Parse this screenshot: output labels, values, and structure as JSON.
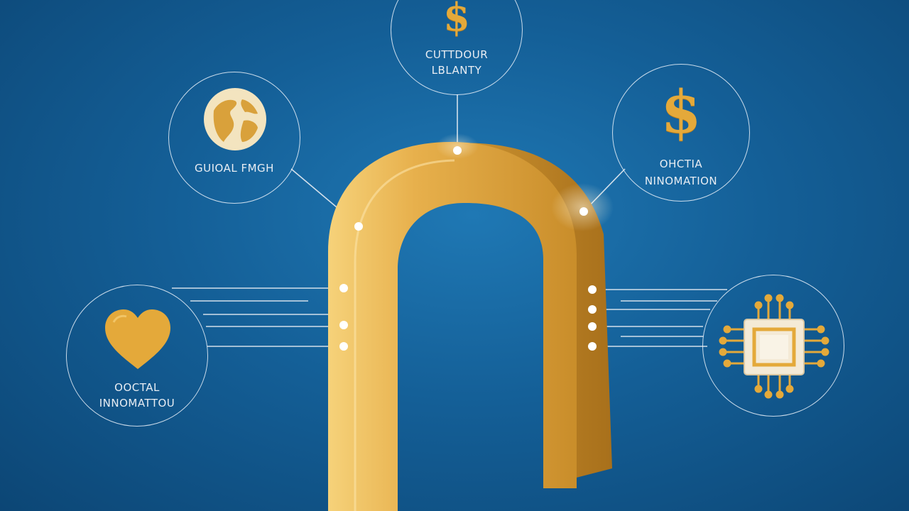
{
  "nodes": {
    "top": {
      "line1": "CUTTDOUR",
      "line2": "LBLANTY",
      "icon": "dollar-icon",
      "glyph": "$"
    },
    "upper_left": {
      "line1": "GUIOAL FMGH",
      "icon": "globe-icon"
    },
    "upper_right": {
      "line1": "OHCTIA",
      "line2": "NINOMATION",
      "icon": "dollar-icon",
      "glyph": "$"
    },
    "lower_left": {
      "line1": "OOCTAL",
      "line2": "INNOMATTOU",
      "icon": "heart-icon"
    },
    "lower_right": {
      "icon": "chip-icon"
    }
  },
  "colors": {
    "background": "#145f97",
    "gold": "#e4a93a",
    "line": "#e8edf3"
  }
}
